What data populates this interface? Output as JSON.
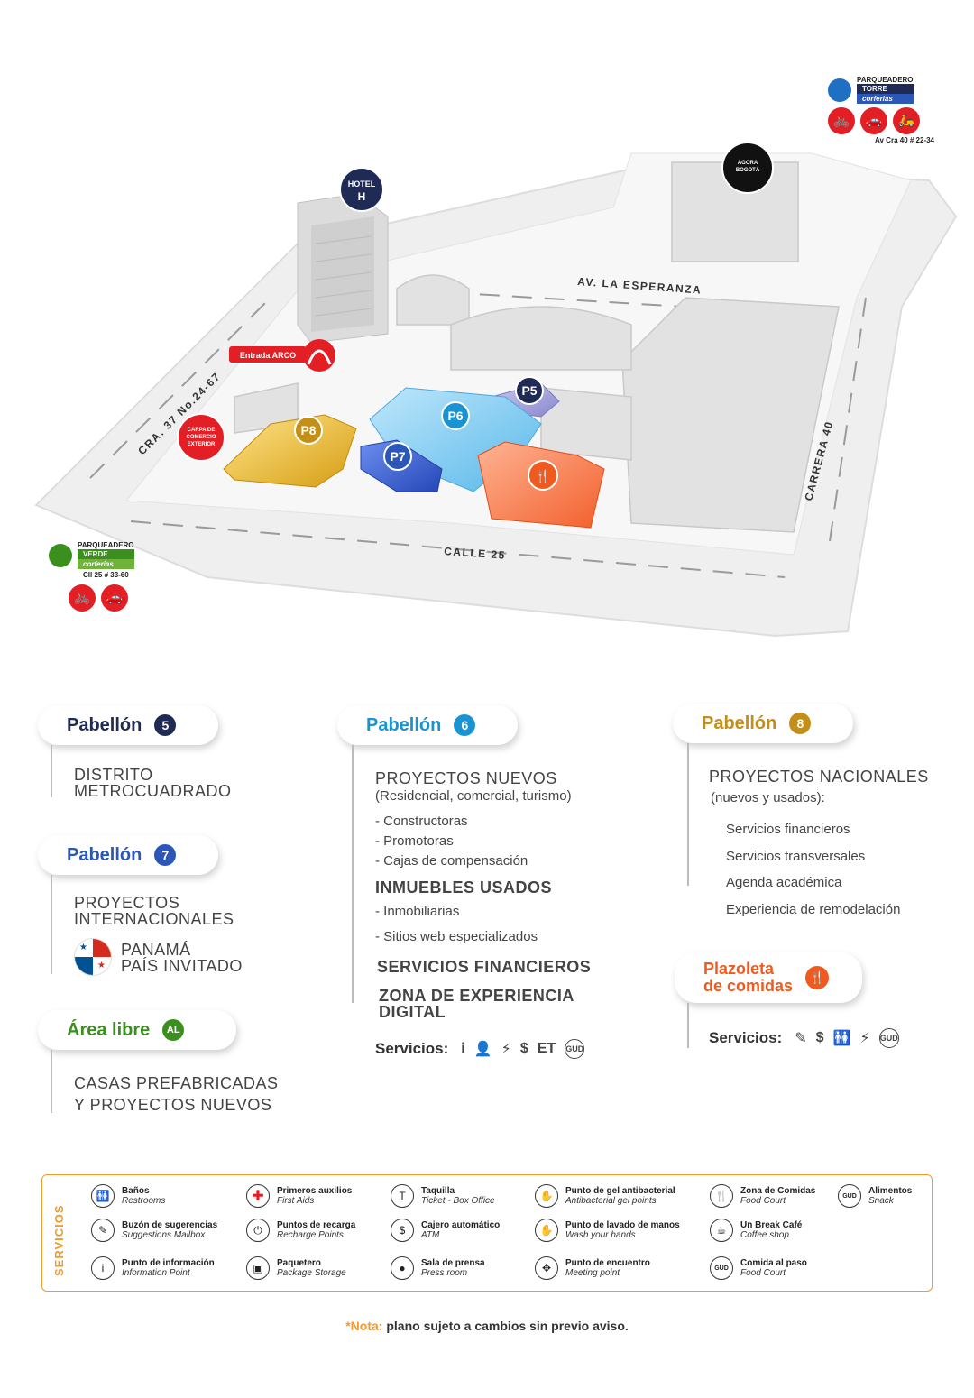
{
  "colors": {
    "navy": "#1f2a55",
    "blue_p6": "#1a93d2",
    "blue_p7": "#2b58b8",
    "gold": "#c58f17",
    "orange": "#ef5a1f",
    "green": "#3a8f1f",
    "red": "#e31e24",
    "legend_border": "#f39a2b"
  },
  "map": {
    "streets": {
      "av_esperanza": "AV. LA ESPERANZA",
      "cra37": "CRA. 37 No.24-67",
      "carrera40": "CARRERA 40",
      "calle25": "CALLE 25"
    },
    "landmarks": {
      "hotel": "HOTEL",
      "entrada": "Entrada ARCO",
      "carpa": [
        "CARPA DE",
        "COMERCIO",
        "EXTERIOR"
      ],
      "agora": [
        "ÁGORA",
        "BOGOTÁ"
      ]
    },
    "pavilions": {
      "p5": "P5",
      "p6": "P6",
      "p7": "P7",
      "p8": "P8"
    },
    "parking_torre": {
      "title": "PARQUEADERO",
      "name": "TORRE",
      "brand": "corferias",
      "address": "Av Cra 40 # 22-34"
    },
    "parking_verde": {
      "title": "PARQUEADERO",
      "name": "VERDE",
      "brand": "corferias",
      "address": "Cll 25 # 33-60"
    }
  },
  "pabellon5": {
    "label": "Pabellón",
    "num": "5",
    "lines": [
      "DISTRITO",
      "METROCUADRADO"
    ]
  },
  "pabellon7": {
    "label": "Pabellón",
    "num": "7",
    "lines": [
      "PROYECTOS",
      "INTERNACIONALES"
    ],
    "guest": [
      "PANAMÁ",
      "PAÍS INVITADO"
    ]
  },
  "area_libre": {
    "label": "Área libre",
    "num": "AL",
    "lines": [
      "CASAS PREFABRICADAS",
      "Y PROYECTOS NUEVOS"
    ]
  },
  "pabellon6": {
    "label": "Pabellón",
    "num": "6",
    "title": "PROYECTOS NUEVOS",
    "subtitle": "(Residencial, comercial, turismo)",
    "items": [
      "-  Constructoras",
      "-  Promotoras",
      "-  Cajas de compensación"
    ],
    "title2": "INMUEBLES USADOS",
    "items2": [
      "-  Inmobiliarias",
      "-  Sitios web especializados"
    ],
    "title3": "SERVICIOS FINANCIEROS",
    "title4": [
      "ZONA DE EXPERIENCIA",
      "DIGITAL"
    ],
    "services_label": "Servicios:"
  },
  "pabellon8": {
    "label": "Pabellón",
    "num": "8",
    "title": "PROYECTOS NACIONALES",
    "subtitle": "(nuevos y usados):",
    "items": [
      "Servicios financieros",
      "Servicios transversales",
      "Agenda académica",
      "Experiencia de remodelación"
    ]
  },
  "plazoleta": {
    "lines": [
      "Plazoleta",
      "de comidas"
    ],
    "services_label": "Servicios:"
  },
  "legend": {
    "title": "SERVICIOS",
    "items": [
      {
        "icon": "restroom-icon",
        "glyph": "🚻",
        "t1": "Baños",
        "t2": "Restrooms"
      },
      {
        "icon": "first-aid-icon",
        "glyph": "✚",
        "t1": "Primeros auxilios",
        "t2": "First Aids"
      },
      {
        "icon": "ticket-office-icon",
        "glyph": "T",
        "t1": "Taquilla",
        "t2": "Ticket - Box Office"
      },
      {
        "icon": "antibacterial-gel-icon",
        "glyph": "✋",
        "t1": "Punto de gel antibacterial",
        "t2": "Antibacterial gel points"
      },
      {
        "icon": "food-court-icon",
        "glyph": "🍴",
        "t1": "Zona de Comidas",
        "t2": "Food Court"
      },
      {
        "icon": "snack-icon",
        "glyph": "GUD",
        "t1": "Alimentos",
        "t2": "Snack"
      },
      {
        "icon": "suggestions-mailbox-icon",
        "glyph": "✎",
        "t1": "Buzón de sugerencias",
        "t2": "Suggestions Mailbox"
      },
      {
        "icon": "recharge-point-icon",
        "glyph": "⏻",
        "t1": "Puntos de recarga",
        "t2": "Recharge Points"
      },
      {
        "icon": "atm-icon",
        "glyph": "$",
        "t1": "Cajero automático",
        "t2": "ATM"
      },
      {
        "icon": "hand-wash-icon",
        "glyph": "✋",
        "t1": "Punto de lavado de manos",
        "t2": "Wash your hands"
      },
      {
        "icon": "coffee-shop-icon",
        "glyph": "☕",
        "t1": "Un Break Café",
        "t2": "Coffee shop"
      },
      {
        "icon": "information-icon",
        "glyph": "i",
        "t1": "Punto de información",
        "t2": "Information Point"
      },
      {
        "icon": "package-storage-icon",
        "glyph": "▣",
        "t1": "Paquetero",
        "t2": "Package Storage"
      },
      {
        "icon": "press-room-icon",
        "glyph": "●",
        "t1": "Sala de prensa",
        "t2": "Press room"
      },
      {
        "icon": "meeting-point-icon",
        "glyph": "✥",
        "t1": "Punto de encuentro",
        "t2": "Meeting point"
      },
      {
        "icon": "takeaway-food-icon",
        "glyph": "GUD",
        "t1": "Comida al paso",
        "t2": "Food Court"
      }
    ]
  },
  "note": {
    "prefix": "*Nota:",
    "text": " plano sujeto a cambios sin previo aviso."
  }
}
